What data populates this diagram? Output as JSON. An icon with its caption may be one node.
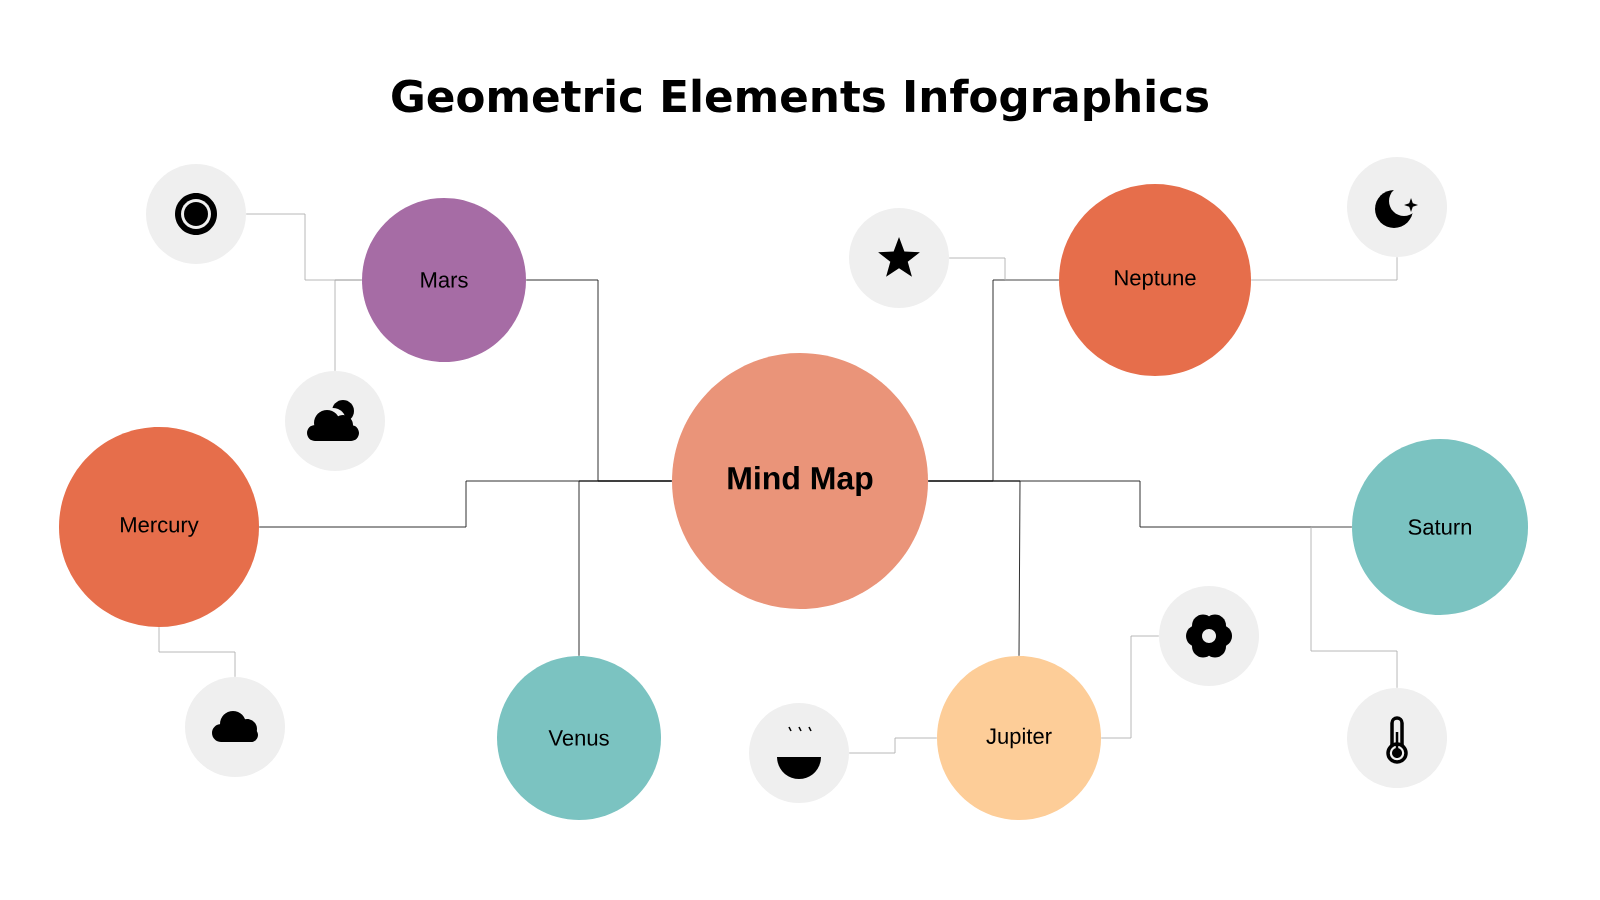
{
  "diagram": {
    "title": "Geometric Elements Infographics",
    "nodes": [
      {
        "text": [],
        "shape": "circle"
      },
      {
        "text": [
          "Mars"
        ]
      },
      {
        "text": [],
        "shape": "circle"
      },
      {
        "text": [
          "Neptune"
        ]
      },
      {
        "text": [],
        "shape": "circle"
      },
      {
        "text": [],
        "shape": "circle"
      },
      {
        "text": [
          "Mind Map"
        ]
      },
      {
        "text": [
          "Mercury"
        ]
      },
      {
        "text": [
          "Saturn"
        ]
      },
      {
        "text": [],
        "shape": "circle"
      },
      {
        "text": [],
        "shape": "circle"
      },
      {
        "text": [
          "Venus"
        ]
      },
      {
        "text": [],
        "shape": "circle"
      },
      {
        "text": [
          "Jupiter"
        ]
      },
      {
        "text": [],
        "shape": "circle"
      }
    ],
    "edges": [
      {
        "from": 6,
        "to": 1,
        "arrow": "none",
        "color": "#1a1a1a"
      },
      {
        "from": 6,
        "to": 7,
        "arrow": "none",
        "color": "#1a1a1a"
      },
      {
        "from": 6,
        "to": 11,
        "arrow": "none",
        "color": "#1a1a1a"
      },
      {
        "from": 6,
        "to": 3,
        "arrow": "none",
        "color": "#1a1a1a"
      },
      {
        "from": 6,
        "to": 8,
        "arrow": "none",
        "color": "#1a1a1a"
      },
      {
        "from": 6,
        "to": 13,
        "arrow": "none",
        "color": "#1a1a1a"
      },
      {
        "from": 1,
        "to": 0,
        "arrow": "none"
      },
      {
        "from": 1,
        "to": 5,
        "arrow": "none"
      },
      {
        "from": 7,
        "to": 10,
        "arrow": "none"
      },
      {
        "from": 3,
        "to": 2,
        "arrow": "none"
      },
      {
        "from": 3,
        "to": 4,
        "arrow": "none"
      },
      {
        "from": 13,
        "to": 12,
        "arrow": "none"
      },
      {
        "from": 13,
        "to": 9,
        "arrow": "none"
      },
      {
        "from": 8,
        "to": 14,
        "arrow": "none"
      }
    ]
  }
}
